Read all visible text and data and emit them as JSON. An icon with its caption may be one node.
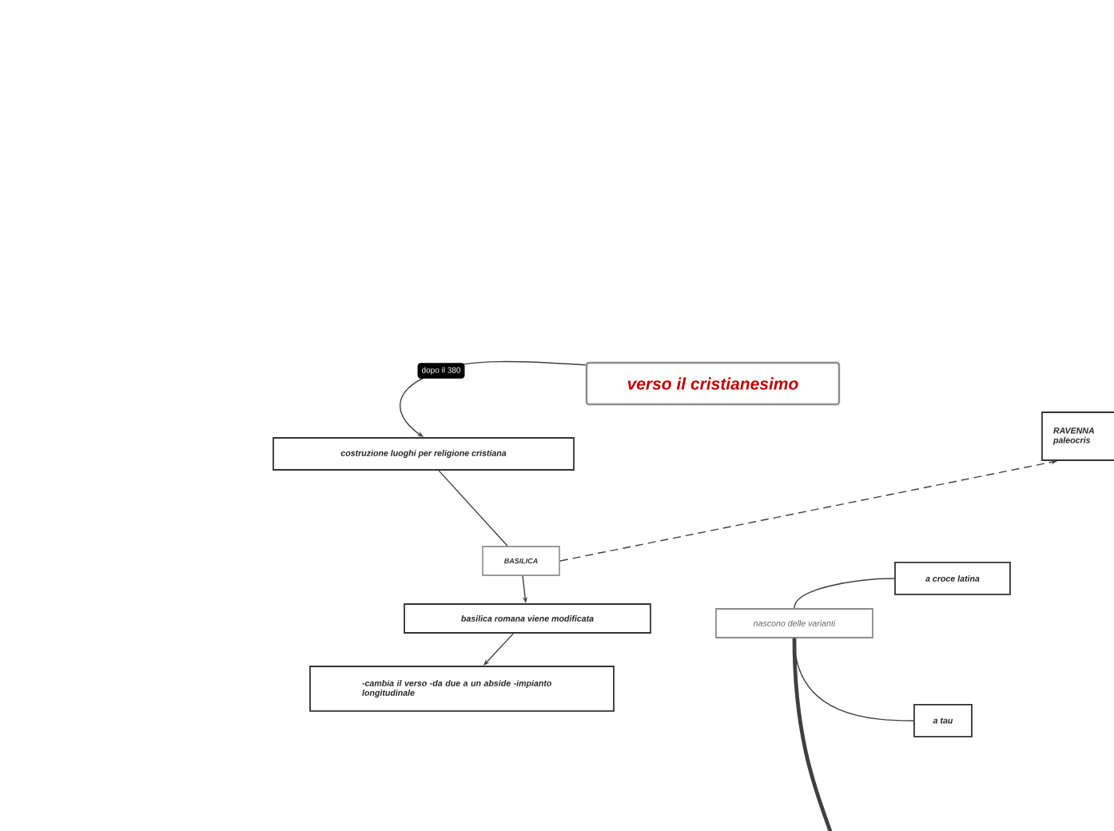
{
  "diagram": {
    "nodes": [
      {
        "text": [
          "verso il cristianesimo"
        ]
      },
      {
        "text": [
          "costruzione luoghi per religione cristiana"
        ]
      },
      {
        "text": [
          "BASILICA"
        ]
      },
      {
        "text": [
          "basilica romana viene modificata"
        ]
      },
      {
        "text": [
          "-cambia il verso -da due a un abside -impianto longitudinale"
        ]
      },
      {
        "text": [
          "RAVENNA paleocris"
        ]
      },
      {
        "text": [
          "nascono delle varianti"
        ]
      },
      {
        "text": [
          "a croce latina"
        ]
      },
      {
        "text": [
          "a tau"
        ]
      }
    ],
    "edges": [
      {
        "from": 0,
        "to": 1,
        "arrow": "to",
        "label": "dopo il 380"
      },
      {
        "from": 1,
        "to": 2,
        "arrow": "none"
      },
      {
        "from": 2,
        "to": 3,
        "arrow": "to"
      },
      {
        "from": 3,
        "to": 4,
        "arrow": "to"
      },
      {
        "from": 2,
        "to": 5,
        "arrow": "to",
        "style": "dashed"
      },
      {
        "from": 6,
        "to": 7,
        "arrow": "none"
      },
      {
        "from": 6,
        "to": 8,
        "arrow": "none"
      },
      {
        "from": 6,
        "to": null,
        "arrow": "none",
        "style": "thick"
      }
    ]
  }
}
